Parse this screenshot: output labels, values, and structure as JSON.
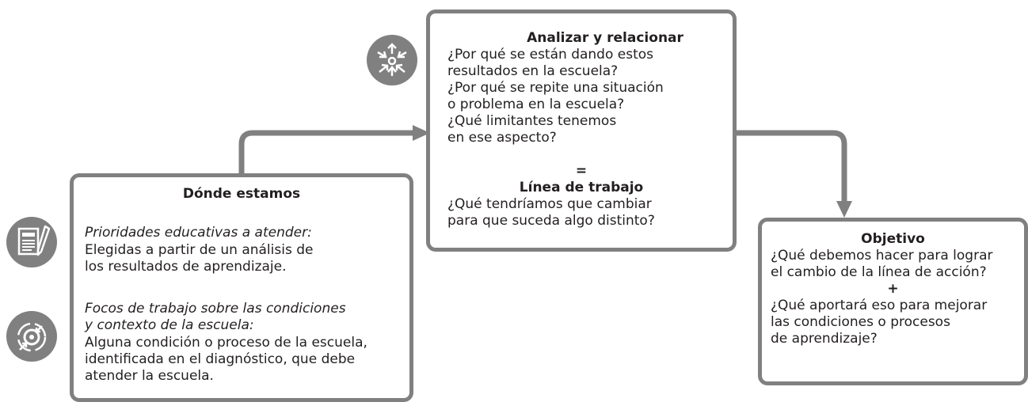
{
  "left_box": {
    "title": "Dónde estamos",
    "section1_heading": "Prioridades educativas a atender:",
    "section1_text": "Elegidas a partir de un análisis de\nlos resultados de aprendizaje.",
    "section2_heading": "Focos de trabajo sobre las condiciones\ny contexto de la escuela:",
    "section2_text": "Alguna condición o proceso de la escuela,\nidentificada en el diagnóstico, que debe\natender la escuela.",
    "icons": [
      "document-pencil-icon",
      "target-arrows-icon"
    ]
  },
  "middle_box": {
    "title": "Analizar y relacionar",
    "text1": "¿Por qué se están dando estos\nresultados en la escuela?\n¿Por qué se repite una situación\no problema en la escuela?\n¿Qué limitantes tenemos\nen ese aspecto?",
    "equals": "=",
    "subtitle": "Línea de trabajo",
    "text2": "¿Qué tendríamos que cambiar\npara que suceda algo distinto?",
    "icon": "converging-arrows-icon"
  },
  "right_box": {
    "title": "Objetivo",
    "text1": "¿Qué debemos hacer para lograr\nel cambio de la línea de acción?",
    "plus": "+",
    "text2": "¿Qué aportará eso para mejorar\nlas condiciones o procesos\nde aprendizaje?"
  },
  "colors": {
    "border": "#808080",
    "icon_bg": "#808080",
    "text": "#231f20"
  }
}
